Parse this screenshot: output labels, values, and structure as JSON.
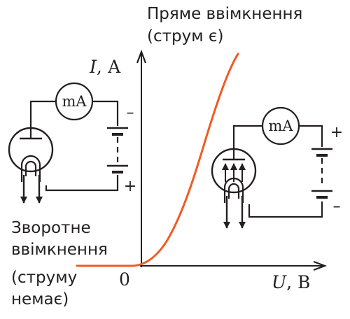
{
  "labels": {
    "forward_line1": "Пряме ввімкнення",
    "forward_line2": "(струм є)",
    "reverse_line1": "Зворотне",
    "reverse_line2": "ввімкнення",
    "reverse_line3": "(струму",
    "reverse_line4": "немає)",
    "origin": "0",
    "y_axis_symbol": "I",
    "y_axis_unit": ", А",
    "x_axis_symbol": "U",
    "x_axis_unit": ", В"
  },
  "meters": {
    "left": "mA",
    "right": "mA"
  },
  "battery_signs": {
    "left_top": "–",
    "left_bottom": "+",
    "right_top": "+",
    "right_bottom": "–"
  },
  "colors": {
    "curve": "#f15a22",
    "ink": "#231f20"
  }
}
